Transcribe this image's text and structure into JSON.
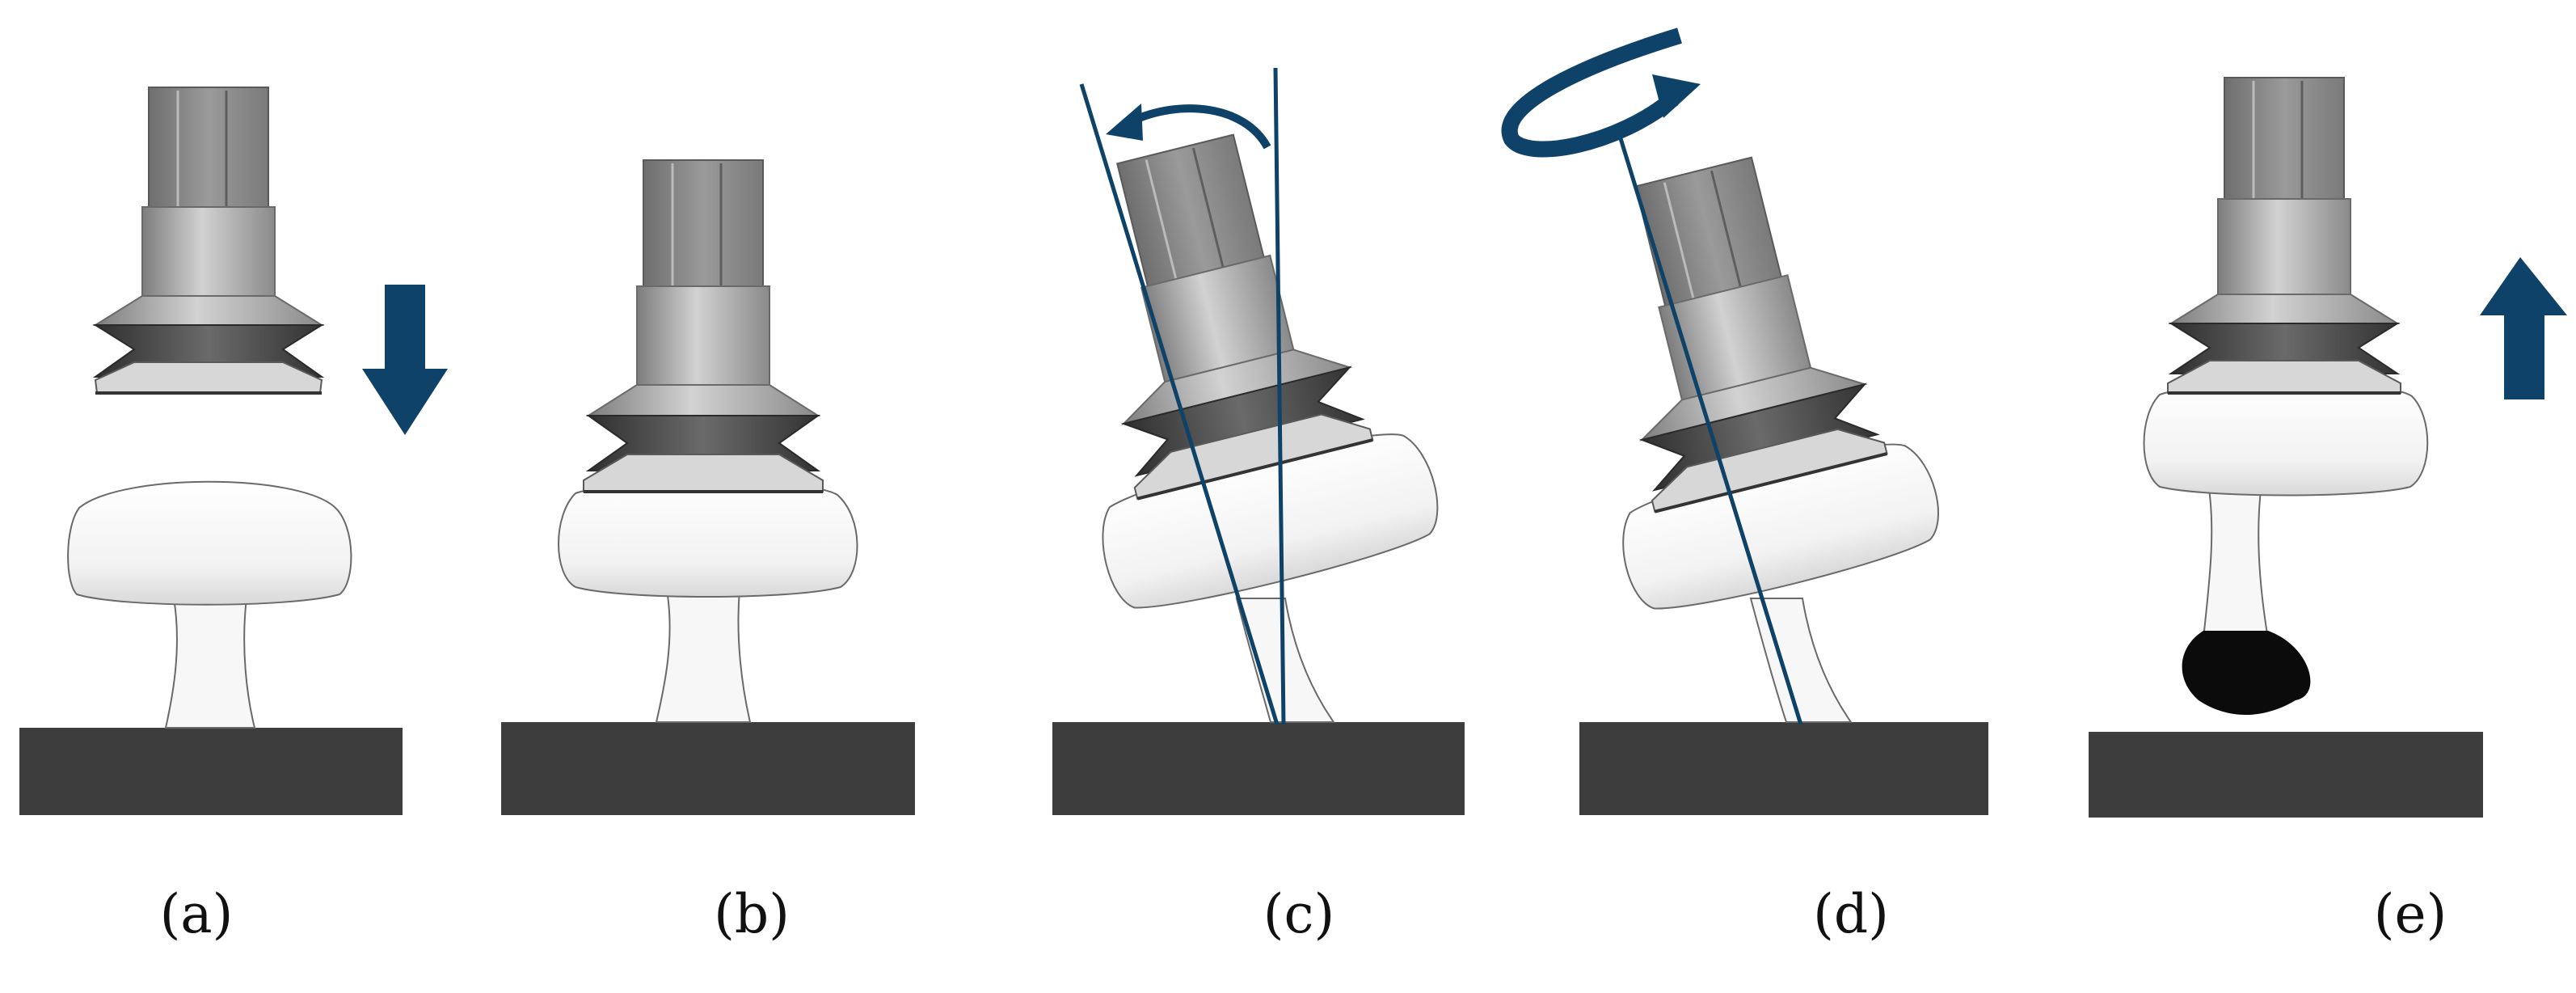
{
  "colors": {
    "accent": "#0f4268",
    "base": "#3d3d3d",
    "cup_band": "#474747",
    "cup_metal": "#b9b9b9",
    "stem": "#f7f7f7",
    "outline": "#5a5a5a",
    "drop": "#0b0b0b"
  },
  "panels": [
    {
      "id": "a",
      "label": "(a)",
      "action": "approach",
      "arrow": "down-arrow"
    },
    {
      "id": "b",
      "label": "(b)",
      "action": "contact"
    },
    {
      "id": "c",
      "label": "(c)",
      "action": "tilt",
      "arrow": "curved-arrow"
    },
    {
      "id": "d",
      "label": "(d)",
      "action": "rotate",
      "arrow": "rotation-arrow"
    },
    {
      "id": "e",
      "label": "(e)",
      "action": "lift",
      "arrow": "up-arrow"
    }
  ]
}
